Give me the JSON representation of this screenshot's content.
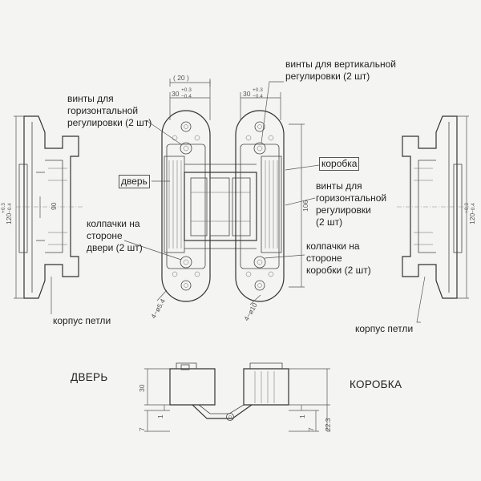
{
  "labels": {
    "vertical_screws": "винты для вертикальной\nрегулировки (2 шт)",
    "horizontal_screws_left": "винты для\nгоризонтальной\nрегулировки (2 шт)",
    "door": "дверь",
    "box": "коробка",
    "horizontal_screws_right": "винты для\nгоризонтальной\nрегулировки\n(2 шт)",
    "caps_door": "колпачки на\nстороне\nдвери (2 шт)",
    "caps_box": "колпачки на\nстороне\nкоробки (2 шт)",
    "hinge_body_left": "корпус петли",
    "hinge_body_right": "корпус петли",
    "door_caps_lower": "ДВЕРЬ",
    "box_caps_lower": "КОРОБКА"
  },
  "dimensions": {
    "d20": "( 20 )",
    "d30_left": "30",
    "d30_left_tol_up": "+0.3",
    "d30_left_tol_dn": "−0.4",
    "d30_right": "30",
    "d30_right_tol_up": "+0.3",
    "d30_right_tol_dn": "−0.4",
    "d120_left": "120",
    "d120_left_tol_up": "+0.3",
    "d120_left_tol_dn": "−0.4",
    "d90": "90",
    "d106": "106",
    "d120_right": "120",
    "d120_right_tol_up": "+0.3",
    "d120_right_tol_dn": "−0.4",
    "holes_left": "4−ø5.4",
    "holes_right": "4−ø10",
    "b30": "30",
    "b7_left": "7",
    "b1_left": "1",
    "b1_right": "1",
    "b7_right": "7",
    "b22_3": "22.3"
  }
}
